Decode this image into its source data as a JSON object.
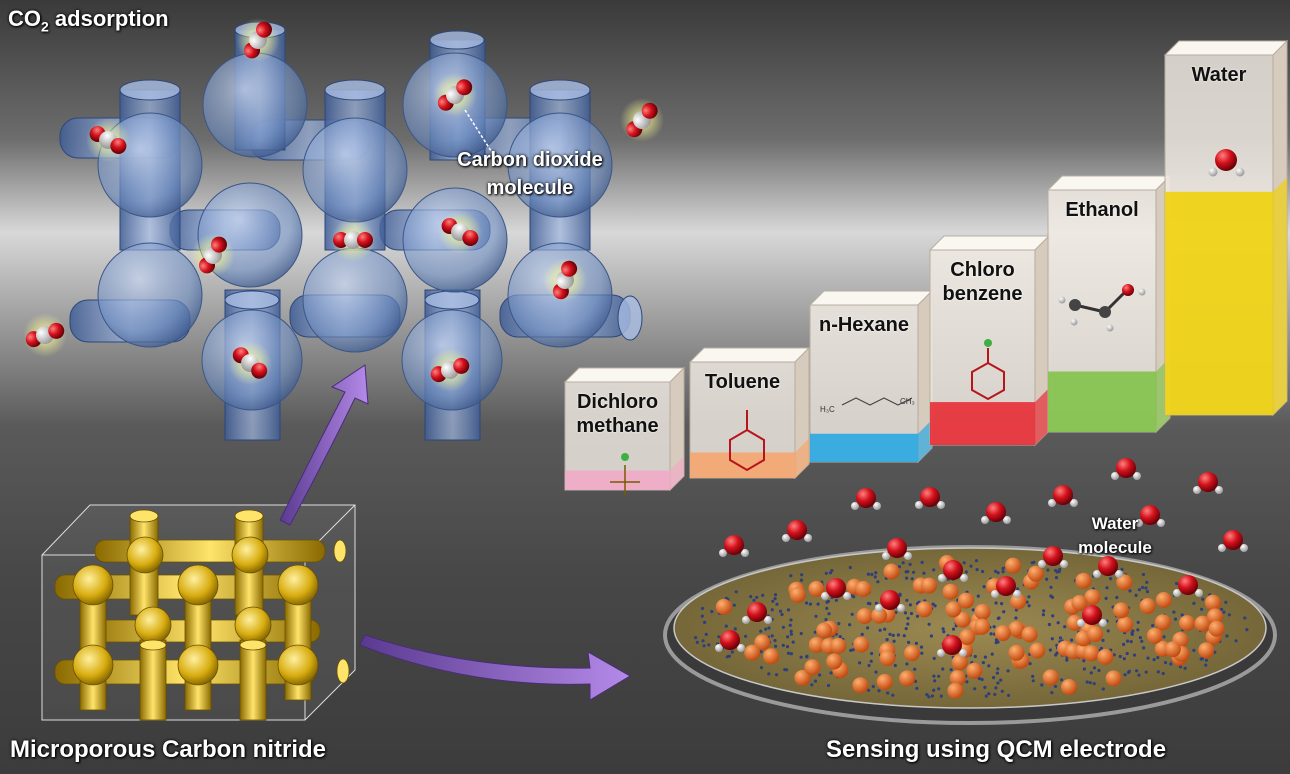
{
  "titles": {
    "co2_adsorption_prefix": "CO",
    "co2_adsorption_sub": "2",
    "co2_adsorption_suffix": " adsorption",
    "carbon_nitride": "Microporous Carbon nitride",
    "qcm_sensing": "Sensing using QCM electrode"
  },
  "annotations": {
    "co2_molecule_line1": "Carbon dioxide",
    "co2_molecule_line2": "molecule",
    "water_molecule_line1": "Water",
    "water_molecule_line2": "molecule"
  },
  "solvent_bars": [
    {
      "key": "dichloromethane",
      "line1": "Dichloro",
      "line2": "methane",
      "level": 0.18,
      "color": "#f2a8c8"
    },
    {
      "key": "toluene",
      "line1": "Toluene",
      "line2": "",
      "level": 0.22,
      "color": "#f7a56a"
    },
    {
      "key": "n-hexane",
      "line1": "n-Hexane",
      "line2": "",
      "level": 0.18,
      "color": "#1ea6e3"
    },
    {
      "key": "chlorobenzene",
      "line1": "Chloro",
      "line2": "benzene",
      "level": 0.22,
      "color": "#e8232b"
    },
    {
      "key": "ethanol",
      "line1": "Ethanol",
      "line2": "",
      "level": 0.25,
      "color": "#7cc242"
    },
    {
      "key": "water",
      "line1": "Water",
      "line2": "",
      "level": 0.62,
      "color": "#f0d000"
    }
  ],
  "hexane_formula_left": "H₃C",
  "hexane_formula_right": "CH₃",
  "colors": {
    "framework_blue": "#6f8fc4",
    "framework_gold": "#d4a800",
    "oxygen_red": "#d4121c",
    "electrode_fill": "#8c7a44",
    "arrow_purple": "#8a5ad0"
  }
}
